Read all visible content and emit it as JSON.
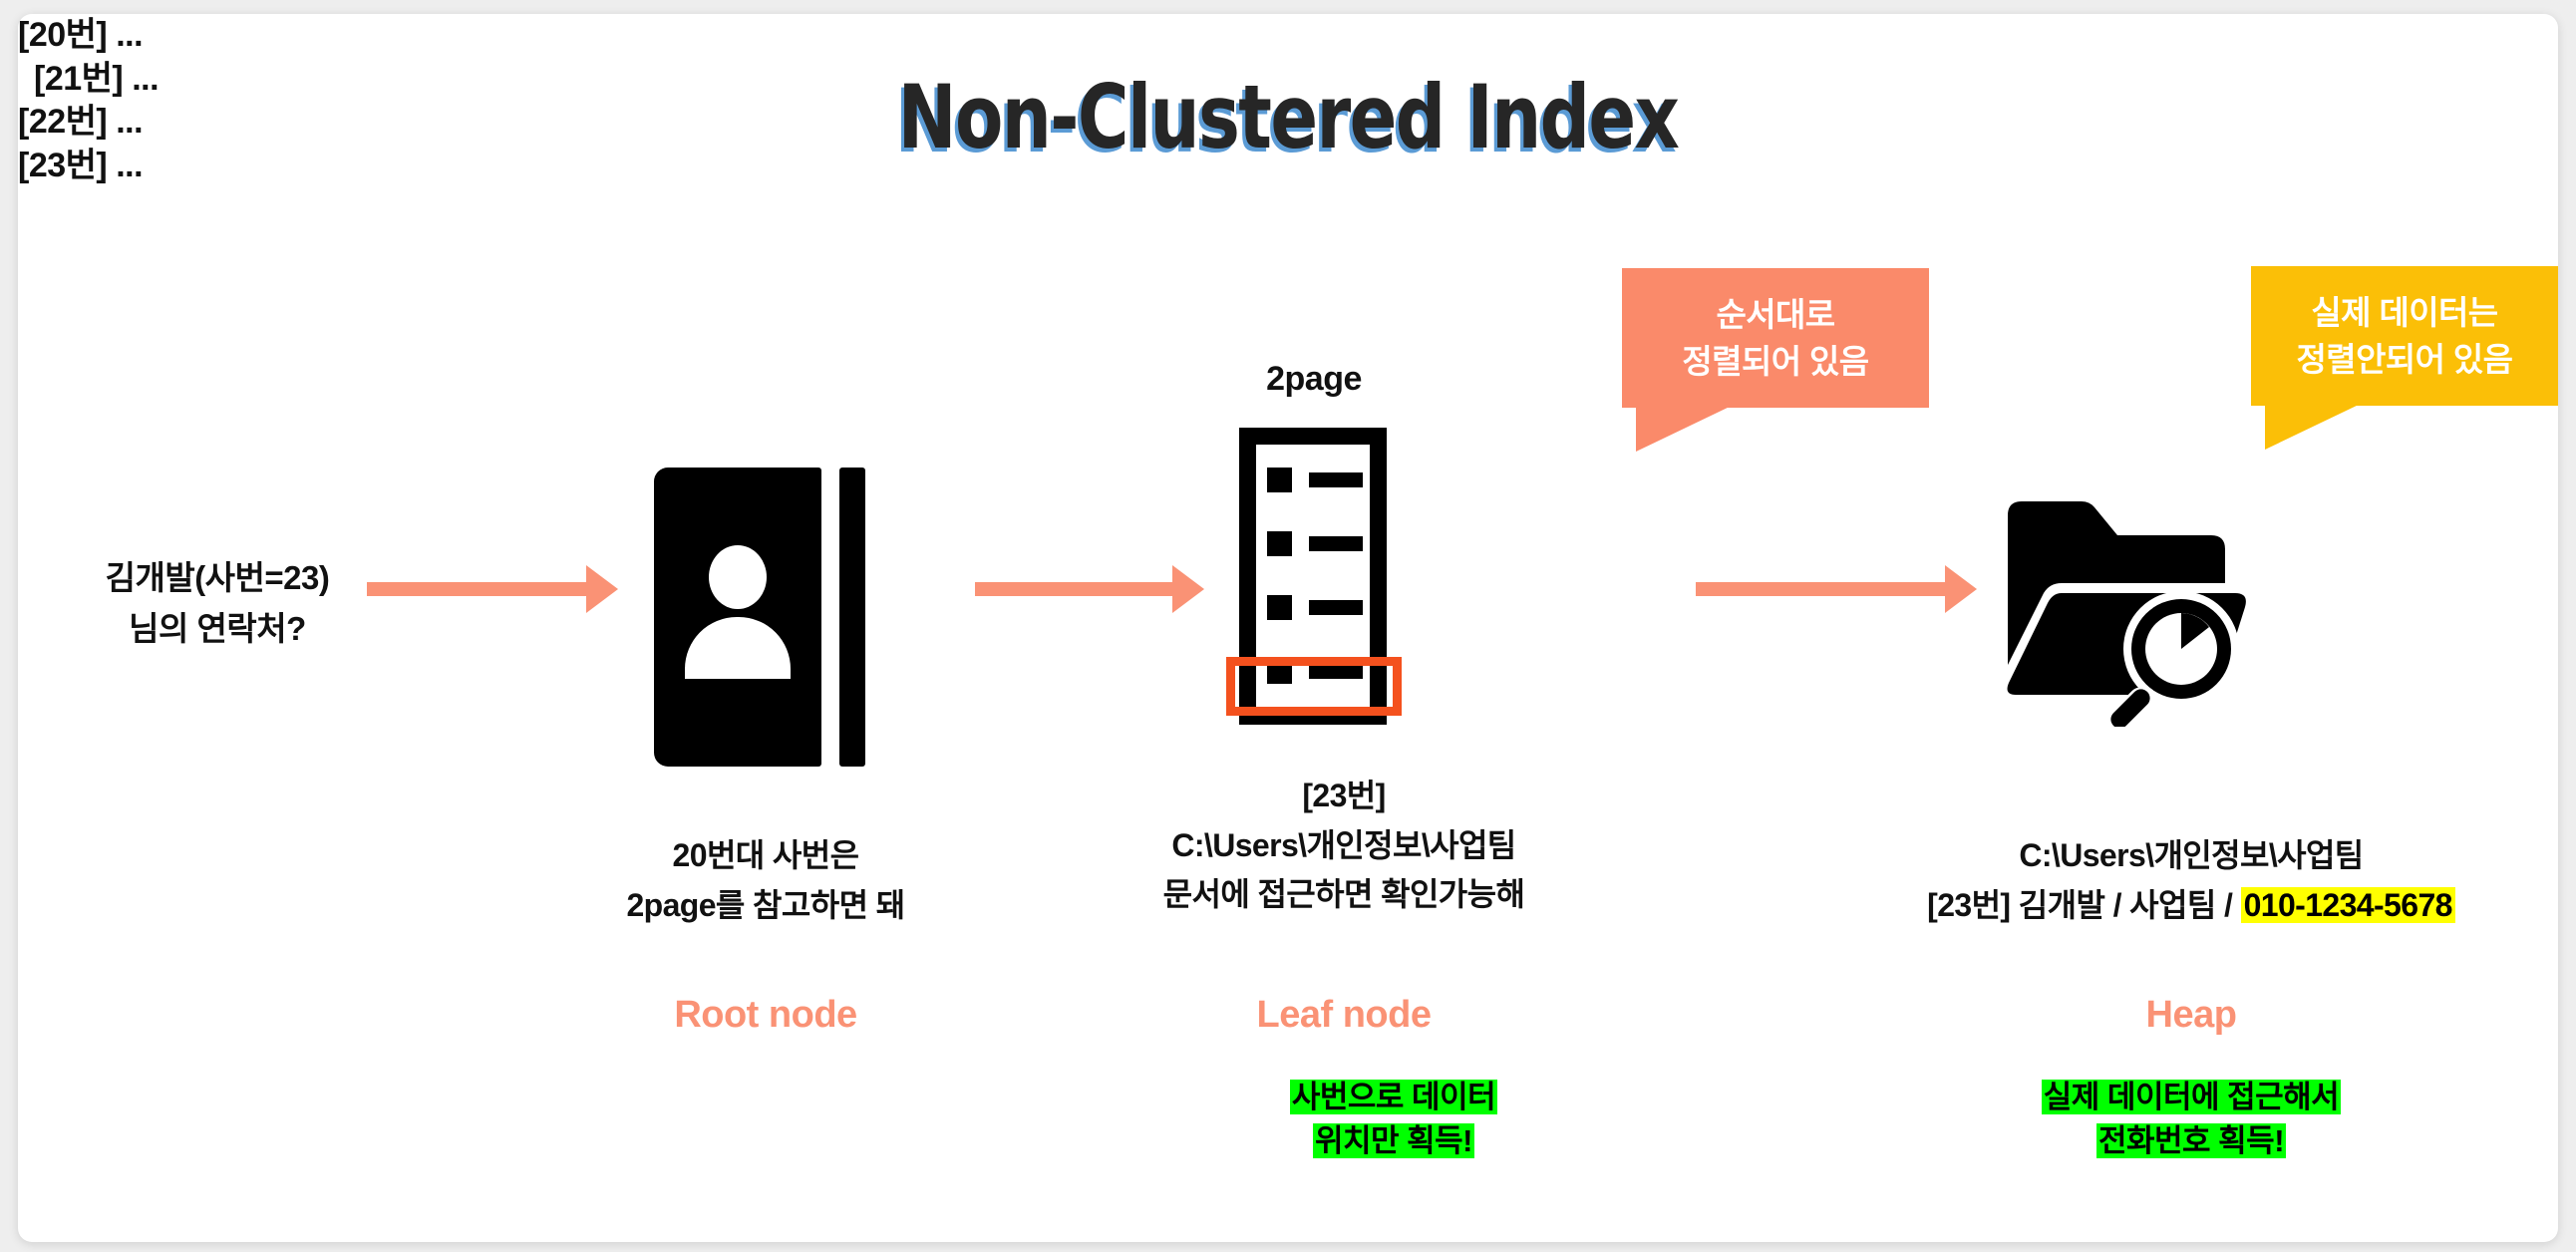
{
  "slide": {
    "title": "Non-Clustered Index",
    "title_shadow_color": "#5b9bd5",
    "accent_color": "#fa9275",
    "callout_salmon_color": "#fa8a6a",
    "callout_amber_color": "#fbbf07",
    "highlight_green": "#00ff00",
    "highlight_yellow": "#ffff00",
    "leaf_highlight_color": "#f4511e"
  },
  "query": {
    "line1": "김개발(사번=23)",
    "line2": "님의 연락처?"
  },
  "root_node": {
    "icon": "address-book-icon",
    "caption_line1": "20번대 사번은",
    "caption_line2": "2page를 참고하면 돼",
    "label": "Root node"
  },
  "leaf_node": {
    "page_label": "2page",
    "icon": "document-list-icon",
    "index_entries": [
      "[20번] ...",
      "[21번] ...",
      "[22번] ...",
      "[23번] ..."
    ],
    "caption_line1": "[23번]",
    "caption_line2": "C:\\Users\\개인정보\\사업팀",
    "caption_line3": "문서에 접근하면 확인가능해",
    "label": "Leaf node",
    "note_line1": "사번으로 데이터",
    "note_line2": "위치만 획득!"
  },
  "heap": {
    "icon": "folder-search-icon",
    "caption_line1": "C:\\Users\\개인정보\\사업팀",
    "record_prefix": "[23번] 김개발 / 사업팀 / ",
    "record_phone": "010-1234-5678",
    "label": "Heap",
    "note_line1": "실제 데이터에 접근해서",
    "note_line2": "전화번호 획득!"
  },
  "callouts": {
    "sorted": {
      "line1": "순서대로",
      "line2": "정렬되어 있음"
    },
    "unsorted": {
      "line1": "실제 데이터는",
      "line2": "정렬안되어 있음"
    }
  }
}
